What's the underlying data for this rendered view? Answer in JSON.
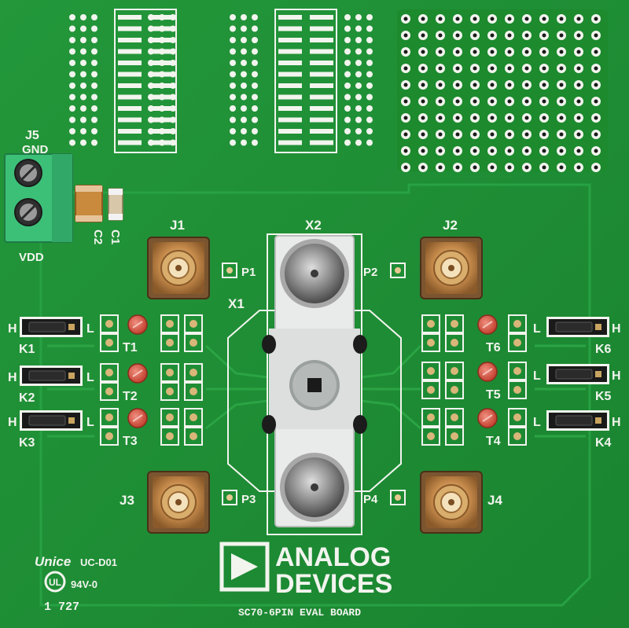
{
  "board": {
    "logo_line1": "ANALOG",
    "logo_line2": "DEVICES",
    "board_name": "SC70-6PIN EVAL BOARD",
    "maker_mark": "Unice",
    "maker_code": "UC-D01",
    "rating": "94V-0",
    "date_code": "1 727",
    "colors": {
      "pcb": "#1f8f2f",
      "pcb_dark": "#177a25",
      "silkscreen": "#f2f4ee",
      "terminal_block": "#3cc078",
      "gold": "#c99450",
      "socket": "#e9ebea"
    }
  },
  "power": {
    "connector": "J5",
    "gnd_label": "GND",
    "vdd_label": "VDD",
    "capacitors": [
      "C2",
      "C1"
    ]
  },
  "socket": {
    "outer_label": "X1",
    "inner_label": "X2"
  },
  "sma": [
    {
      "ref": "J1",
      "probe": "P1"
    },
    {
      "ref": "J2",
      "probe": "P2"
    },
    {
      "ref": "J3",
      "probe": "P3"
    },
    {
      "ref": "J4",
      "probe": "P4"
    }
  ],
  "jumpers_left": [
    {
      "ref": "K1",
      "high": "H",
      "low": "L",
      "test_point": "T1"
    },
    {
      "ref": "K2",
      "high": "H",
      "low": "L",
      "test_point": "T2"
    },
    {
      "ref": "K3",
      "high": "H",
      "low": "L",
      "test_point": "T3"
    }
  ],
  "jumpers_right": [
    {
      "ref": "K6",
      "high": "H",
      "low": "L",
      "test_point": "T6"
    },
    {
      "ref": "K5",
      "high": "H",
      "low": "L",
      "test_point": "T5"
    },
    {
      "ref": "K4",
      "high": "H",
      "low": "L",
      "test_point": "T4"
    }
  ]
}
